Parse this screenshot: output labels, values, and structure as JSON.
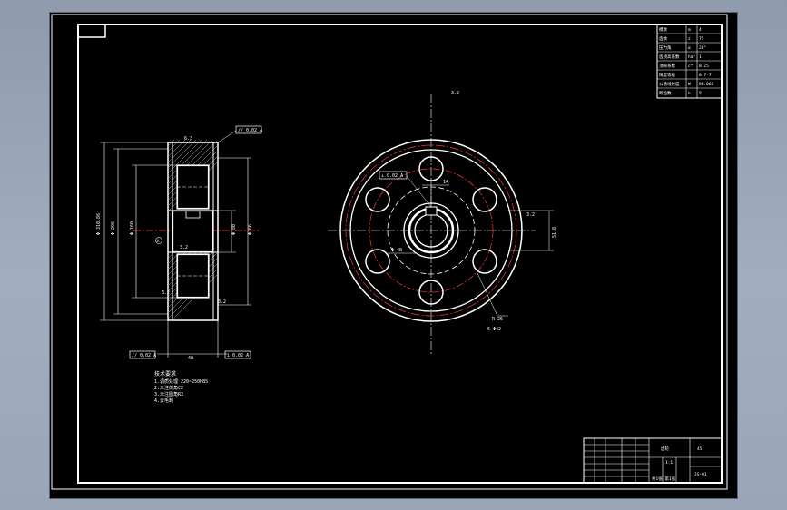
{
  "drawing": {
    "surface_roughness_top": "6.3",
    "tolerance_frame_top": "// 0.02 A",
    "tolerance_frame_bottom_left": "// 0.02 A",
    "tolerance_frame_bottom_right": "⊥ 0.02 A",
    "datum_label": "A",
    "face_width_dim": "48",
    "section_dims": [
      "Φ 310.86",
      "Φ 296",
      "Φ 160",
      "Φ 80",
      "Φ 66"
    ],
    "bore_tolerance": "⊥ 0.02 A",
    "bore_dim": "Φ 48",
    "hole_dim": "6-Φ42",
    "chamfer_dim": "R 25",
    "side_roughness": "3.2",
    "key_dim": "14",
    "keyway_depth": "51.8",
    "tech_requirements": [
      "技术要求",
      "1.调质处理 220~250HBS",
      "2.未注倒角C2",
      "3.未注圆角R3",
      "4.去毛刺"
    ],
    "title_block": {
      "part_name": "齿轮",
      "drawing_no": "JS-01",
      "scale": "1:1",
      "material": "45",
      "sheet": "共1张 第1张"
    },
    "params_table": [
      [
        "模数",
        "m",
        "4"
      ],
      [
        "齿数",
        "z",
        "75"
      ],
      [
        "压力角",
        "α",
        "20°"
      ],
      [
        "齿顶高系数",
        "ha*",
        "1"
      ],
      [
        "顶隙系数",
        "c*",
        "0.25"
      ],
      [
        "精度等级",
        "",
        "8-7-7"
      ],
      [
        "公法线长度",
        "W",
        "86.061"
      ],
      [
        "跨齿数",
        "k",
        "9"
      ]
    ]
  }
}
